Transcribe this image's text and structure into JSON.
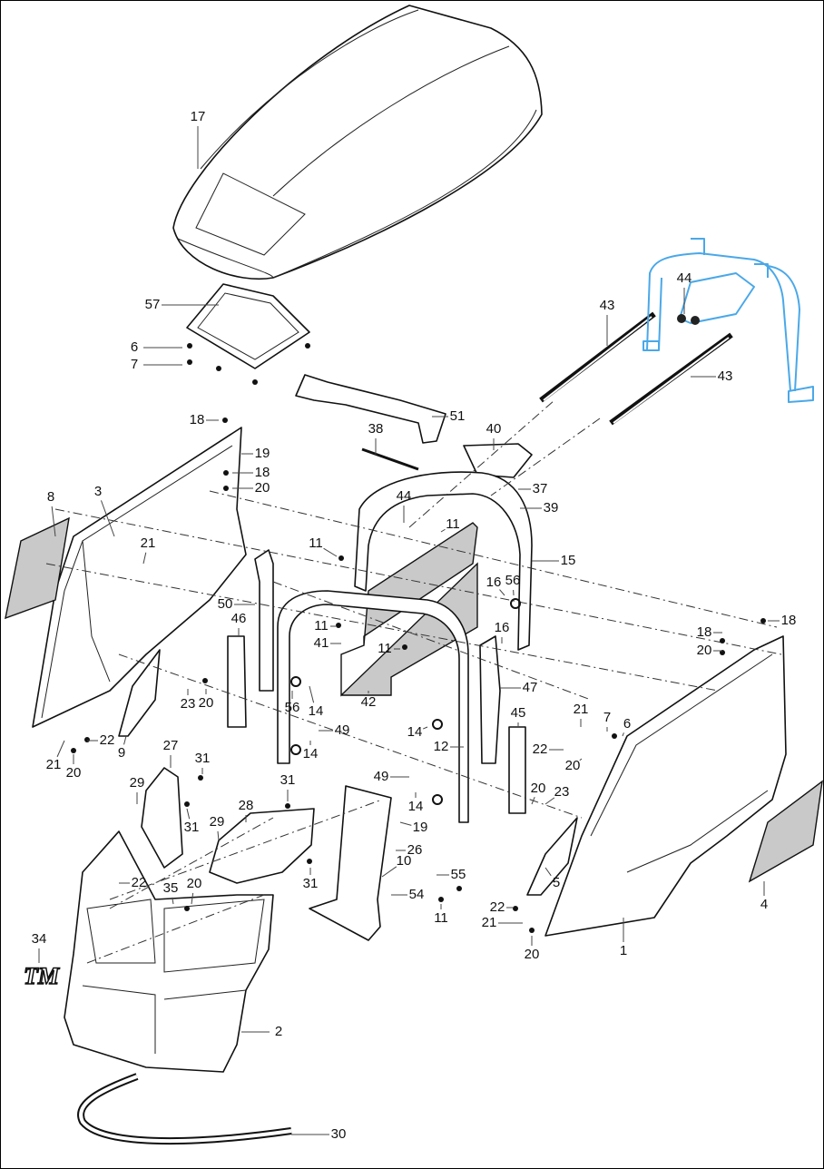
{
  "diagram": {
    "type": "exploded parts diagram",
    "logo_text": "TM",
    "accent_color": "#4aa8e8",
    "callouts": [
      "17",
      "57",
      "6",
      "7",
      "18",
      "19",
      "18",
      "20",
      "8",
      "3",
      "21",
      "51",
      "38",
      "40",
      "43",
      "44",
      "43",
      "37",
      "39",
      "44",
      "11",
      "11",
      "15",
      "16",
      "56",
      "50",
      "46",
      "11",
      "41",
      "11",
      "16",
      "18",
      "18",
      "20",
      "42",
      "23",
      "20",
      "56",
      "14",
      "47",
      "21",
      "7",
      "6",
      "22",
      "21",
      "20",
      "9",
      "49",
      "14",
      "45",
      "22",
      "20",
      "12",
      "31",
      "27",
      "14",
      "49",
      "31",
      "29",
      "20",
      "23",
      "14",
      "28",
      "31",
      "29",
      "19",
      "26",
      "10",
      "55",
      "54",
      "11",
      "22",
      "35",
      "20",
      "31",
      "5",
      "4",
      "22",
      "21",
      "1",
      "20",
      "34",
      "2",
      "30"
    ]
  }
}
